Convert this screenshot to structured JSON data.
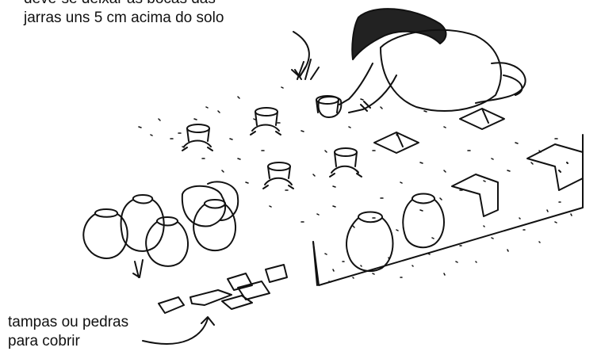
{
  "annotations": {
    "top_line1": "deve-se deixar as bocas das",
    "top_line2": "jarras uns 5 cm acima do solo",
    "bottom_line1": "tampas ou pedras",
    "bottom_line2": "para cobrir"
  },
  "colors": {
    "ink": "#111111",
    "paper": "#ffffff"
  }
}
